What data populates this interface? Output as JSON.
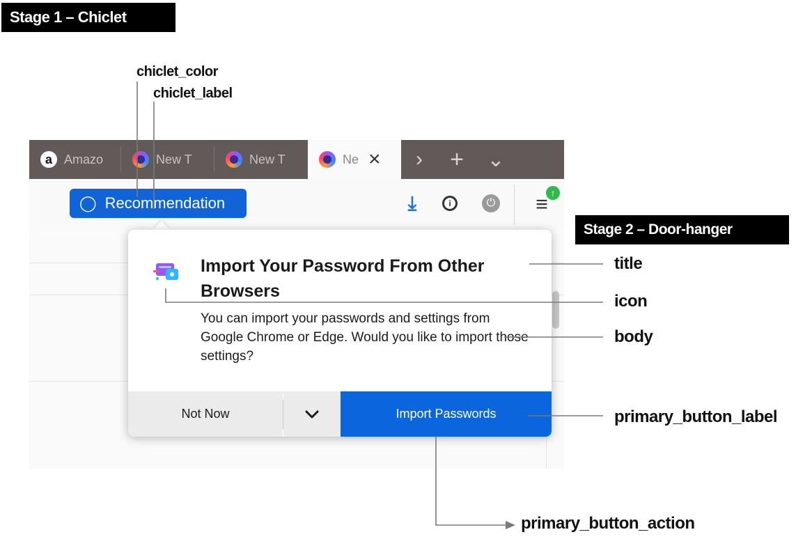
{
  "stage1": {
    "label": "Stage 1 – Chiclet"
  },
  "stage2": {
    "label": "Stage 2 – Door-hanger"
  },
  "annotations": {
    "chiclet_color": "chiclet_color",
    "chiclet_label": "chiclet_label",
    "title": "title",
    "icon": "icon",
    "body": "body",
    "primary_button_label": "primary_button_label",
    "primary_button_action": "primary_button_action"
  },
  "browser": {
    "tabs": [
      {
        "label": "Amazo",
        "icon": "amazon-icon"
      },
      {
        "label": "New T",
        "icon": "firefox-icon"
      },
      {
        "label": "New T",
        "icon": "firefox-icon"
      },
      {
        "label": "Ne",
        "icon": "firefox-icon",
        "active": true
      }
    ],
    "strip_buttons": {
      "scroll": "›",
      "new_tab": "+",
      "list_all": "⌄"
    },
    "chiclet": {
      "label": "Recommendation",
      "color": "#1064d8",
      "icon": "lightbulb-icon"
    },
    "toolbar_icons": [
      "download-icon",
      "shield-icon",
      "power-icon",
      "menu-icon"
    ]
  },
  "doorhanger": {
    "icon": "password-import-icon",
    "title": "Import Your Password From Other Browsers",
    "body": "You can import your passwords and settings from Google Chrome or Edge. Would you like to import those settings?",
    "secondary_label": "Not Now",
    "primary_label": "Import Passwords",
    "primary_color": "#0b66dd"
  }
}
